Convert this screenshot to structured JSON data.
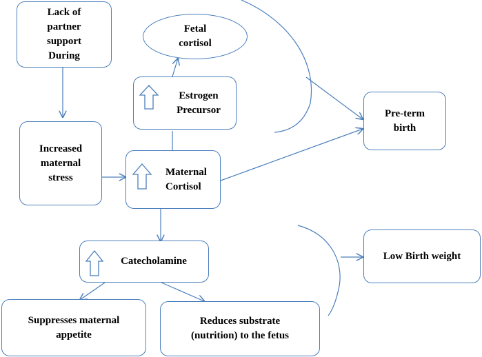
{
  "nodes": {
    "lack_support": "Lack of\npartner\nsupport\nDuring",
    "fetal_cortisol": "Fetal\ncortisol",
    "estrogen": "Estrogen\nPrecursor",
    "preterm": "Pre-term\nbirth",
    "maternal_stress": "Increased\nmaternal\nstress",
    "maternal_cortisol": "Maternal\nCortisol",
    "catecholamine": "Catecholamine",
    "low_birth_weight": "Low Birth weight",
    "suppress_appetite": "Suppresses maternal\nappetite",
    "reduce_substrate": "Reduces substrate\n(nutrition) to the fetus"
  },
  "colors": {
    "stroke": "#4a7ebb",
    "text": "#000000"
  }
}
